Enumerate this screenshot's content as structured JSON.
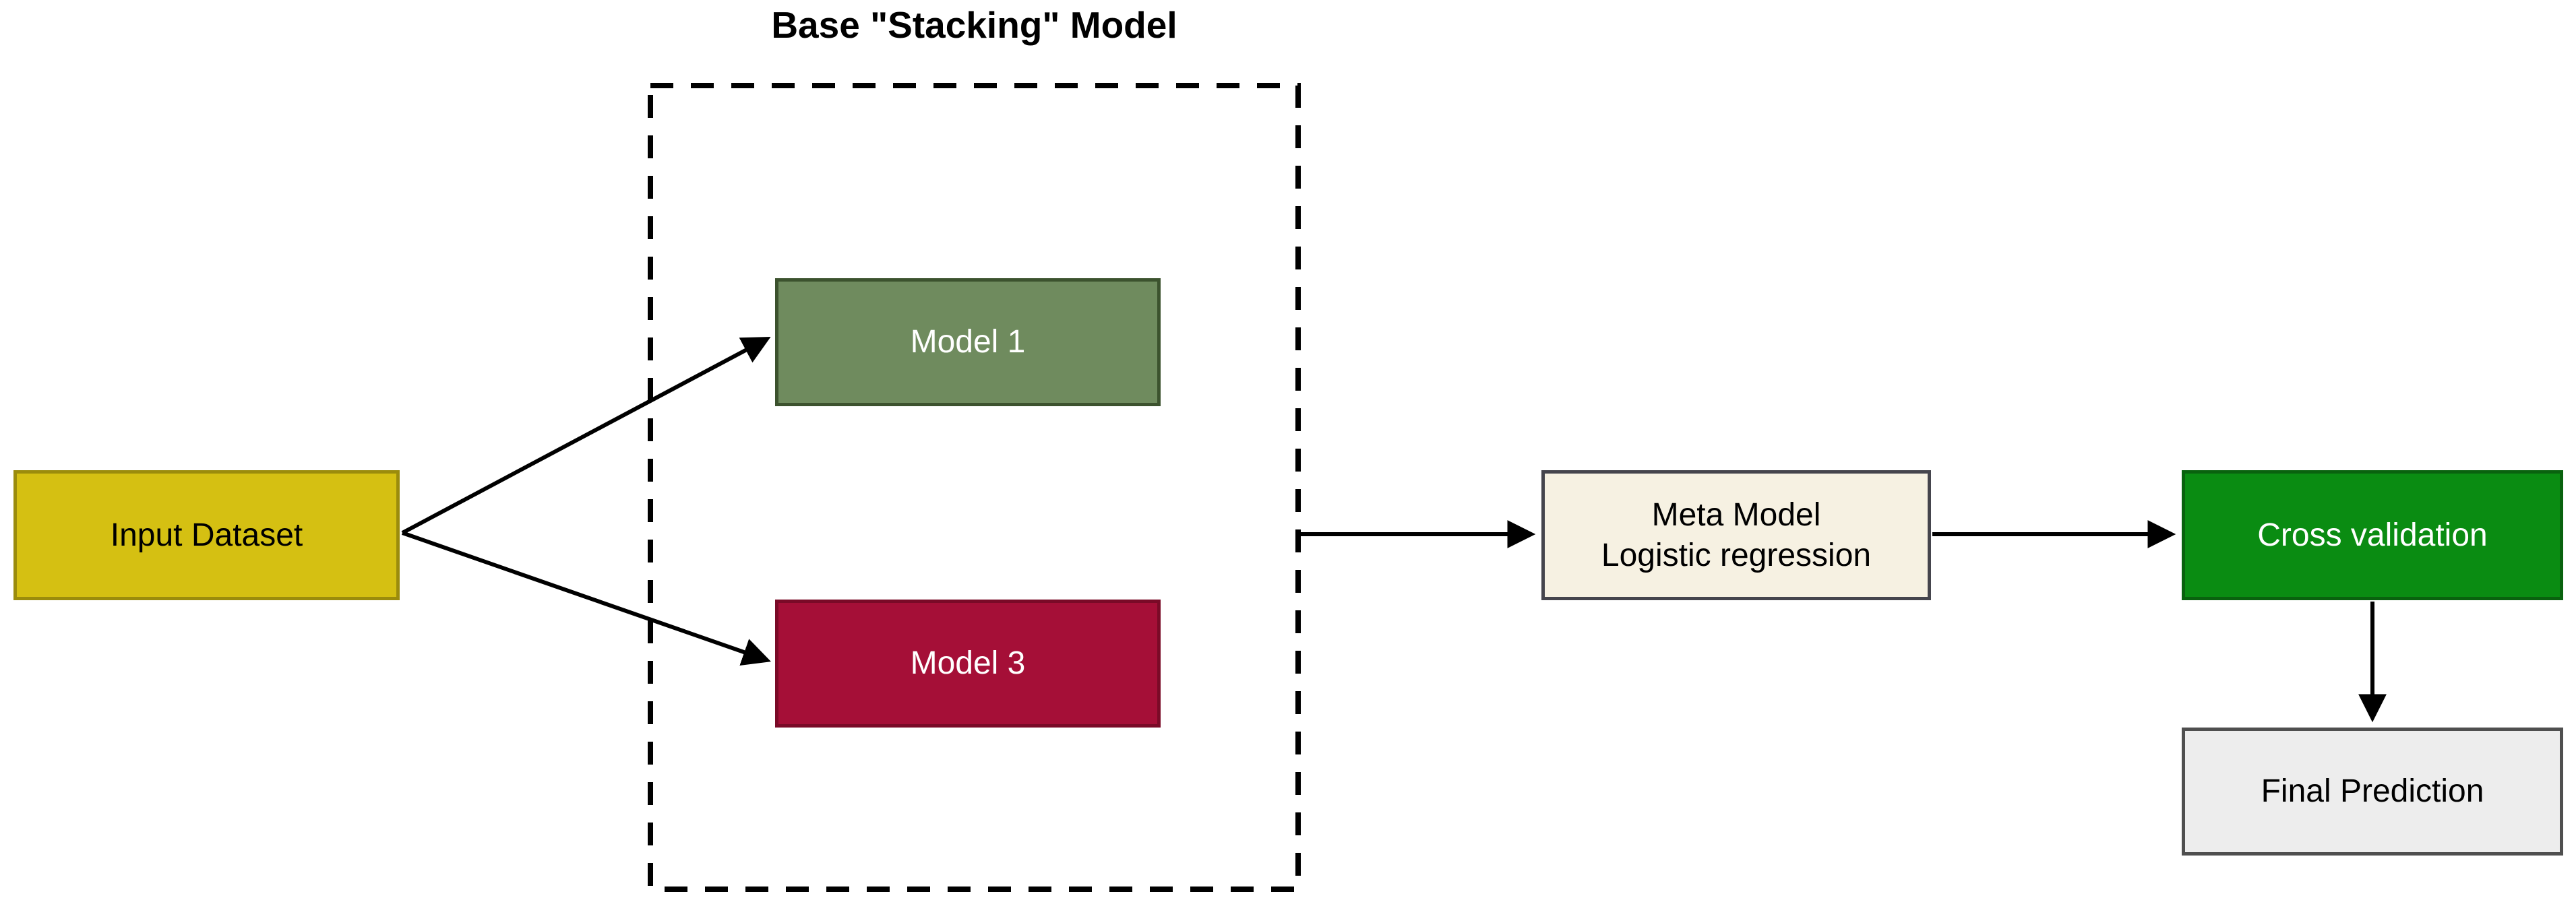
{
  "diagram": {
    "title": "Base \"Stacking\" Model",
    "nodes": {
      "input_dataset": {
        "label": "Input Dataset",
        "fill": "#d5c012",
        "border": "#9b8c0c",
        "text_color": "#000000"
      },
      "model_1": {
        "label": "Model 1",
        "fill": "#6f8b5e",
        "border": "#3c522e",
        "text_color": "#ffffff"
      },
      "model_3": {
        "label": "Model 3",
        "fill": "#a50f37",
        "border": "#7a0a27",
        "text_color": "#ffffff"
      },
      "meta_model": {
        "lines": [
          "Meta Model",
          "Logistic regression"
        ],
        "fill": "#f6f1e2",
        "border": "#45454d",
        "text_color": "#000000"
      },
      "cross_validation": {
        "label": "Cross validation",
        "fill": "#0a8c12",
        "border": "#09620e",
        "text_color": "#ffffff"
      },
      "final_prediction": {
        "label": "Final Prediction",
        "fill": "#ededed",
        "border": "#4f4f4f",
        "text_color": "#000000"
      }
    },
    "group": {
      "label": "Base \"Stacking\" Model",
      "border_style": "dashed",
      "border_color": "#000000"
    },
    "connectors": {
      "color": "#000000",
      "edges": [
        "input_dataset -> model_1",
        "input_dataset -> model_3",
        "stacking_group -> meta_model",
        "meta_model -> cross_validation",
        "cross_validation -> final_prediction"
      ]
    }
  }
}
